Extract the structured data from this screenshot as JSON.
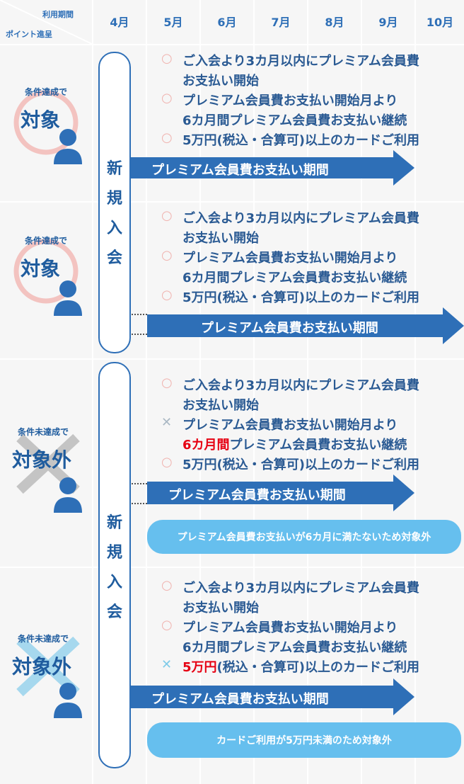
{
  "header": {
    "corner_top": "利用期間",
    "corner_bottom": "ポイント進呈",
    "months": [
      "4月",
      "5月",
      "6月",
      "7月",
      "8月",
      "9月",
      "10月"
    ]
  },
  "join_label_chars": [
    "新",
    "規",
    "入",
    "会"
  ],
  "rows": [
    {
      "cond_small": "条件達成で",
      "cond_big": "対象",
      "marks": [
        "○",
        "○",
        "○"
      ],
      "lines": [
        "ご入会より3カ月以内にプレミアム会員費",
        "お支払い開始",
        "プレミアム会員費お支払い開始月より",
        "6カ月間プレミアム会員費お支払い継続",
        "5万円(税込・合算可)以上のカードご利用"
      ],
      "arrow": "プレミアム会員費お支払い期間"
    },
    {
      "cond_small": "条件達成で",
      "cond_big": "対象",
      "marks": [
        "○",
        "○",
        "○"
      ],
      "lines": [
        "ご入会より3カ月以内にプレミアム会員費",
        "お支払い開始",
        "プレミアム会員費お支払い開始月より",
        "6カ月間プレミアム会員費お支払い継続",
        "5万円(税込・合算可)以上のカードご利用"
      ],
      "arrow": "プレミアム会員費お支払い期間"
    },
    {
      "cond_small": "条件未達成で",
      "cond_big": "対象外",
      "marks": [
        "○",
        "✕",
        "○"
      ],
      "lines": [
        "ご入会より3カ月以内にプレミアム会員費",
        "お支払い開始",
        "プレミアム会員費お支払い開始月より",
        "プレミアム会員費お支払い継続",
        "5万円(税込・合算可)以上のカードご利用"
      ],
      "red_prefix": "6カ月間",
      "arrow": "プレミアム会員費お支払い期間",
      "note": "プレミアム会員費お支払いが6カ月に満たないため対象外"
    },
    {
      "cond_small": "条件未達成で",
      "cond_big": "対象外",
      "marks": [
        "○",
        "○",
        "✕"
      ],
      "lines": [
        "ご入会より3カ月以内にプレミアム会員費",
        "お支払い開始",
        "プレミアム会員費お支払い開始月より",
        "6カ月間プレミアム会員費お支払い継続",
        "(税込・合算可)以上のカードご利用"
      ],
      "red_prefix": "5万円",
      "arrow": "プレミアム会員費お支払い期間",
      "note": "カードご利用が5万円未満のため対象外"
    }
  ],
  "colors": {
    "primary": "#2e6fb7",
    "light_blue": "#66bfee",
    "red": "#e60012",
    "circle_pink": "#f0b4b0",
    "cross_gray": "#aab8c4"
  }
}
